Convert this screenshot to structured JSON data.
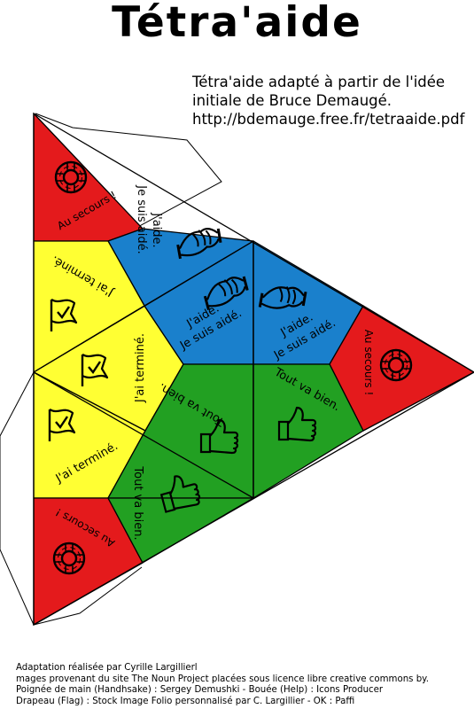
{
  "title": "Tétra'aide",
  "subtitle": {
    "line1": "Tétra'aide adapté à partir de l'idée",
    "line2": "initiale de Bruce Demaugé.",
    "url": "http://bdemauge.free.fr/tetraaide.pdf"
  },
  "faces": {
    "help": "Au secours !",
    "finished": "J'ai terminé.",
    "aid_line1": "J'aide.",
    "aid_line2": "Je suis aidé.",
    "ok": "Tout va bien."
  },
  "icons": {
    "help": "lifebuoy-icon",
    "finished": "flag-check-icon",
    "aid": "handshake-icon",
    "ok": "thumbs-up-icon"
  },
  "colors": {
    "help": "#e41a1c",
    "finished": "#ffff33",
    "aid": "#1a80cc",
    "ok": "#22a022"
  },
  "credits": {
    "line1": "Adaptation réalisée par Cyrille Largillierl",
    "line2": "mages provenant du site The Noun Project placées sous licence libre creative commons by.",
    "line3": "Poignée de main (Handhsake) : Sergey Demushki - Bouée (Help) : Icons Producer",
    "line4": "Drapeau (Flag) : Stock Image Folio personnalisé par C. Largillier - OK : Paffi"
  }
}
